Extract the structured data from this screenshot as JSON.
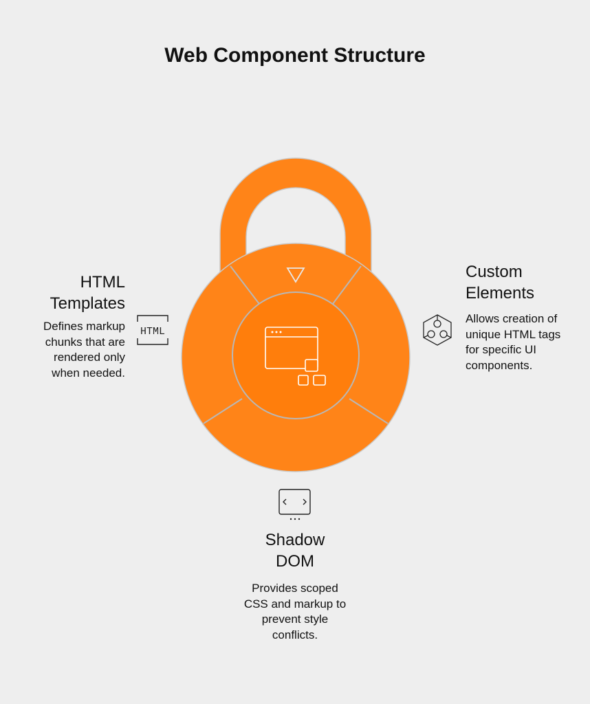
{
  "title": "Web Component Structure",
  "colors": {
    "background": "#eeeeee",
    "lock_orange": "#ff8418",
    "lock_orange_dark": "#ff7a00",
    "segment_stroke": "#b5b5b5",
    "icon_white": "#ffffff",
    "text": "#111111"
  },
  "sections": {
    "html_templates": {
      "heading": "HTML Templates",
      "description": "Defines markup chunks that are rendered only when needed.",
      "icon": "html-tag-icon",
      "icon_text": "HTML"
    },
    "custom_elements": {
      "heading": "Custom Elements",
      "description": "Allows creation of unique HTML tags for specific UI components.",
      "icon": "hexagon-components-icon"
    },
    "shadow_dom": {
      "heading": "Shadow DOM",
      "description": "Provides scoped CSS and markup to prevent style conflicts.",
      "icon": "code-window-icon"
    }
  },
  "lock": {
    "center_icon": "browser-window-icon",
    "top_icon": "triangle-down-icon"
  }
}
